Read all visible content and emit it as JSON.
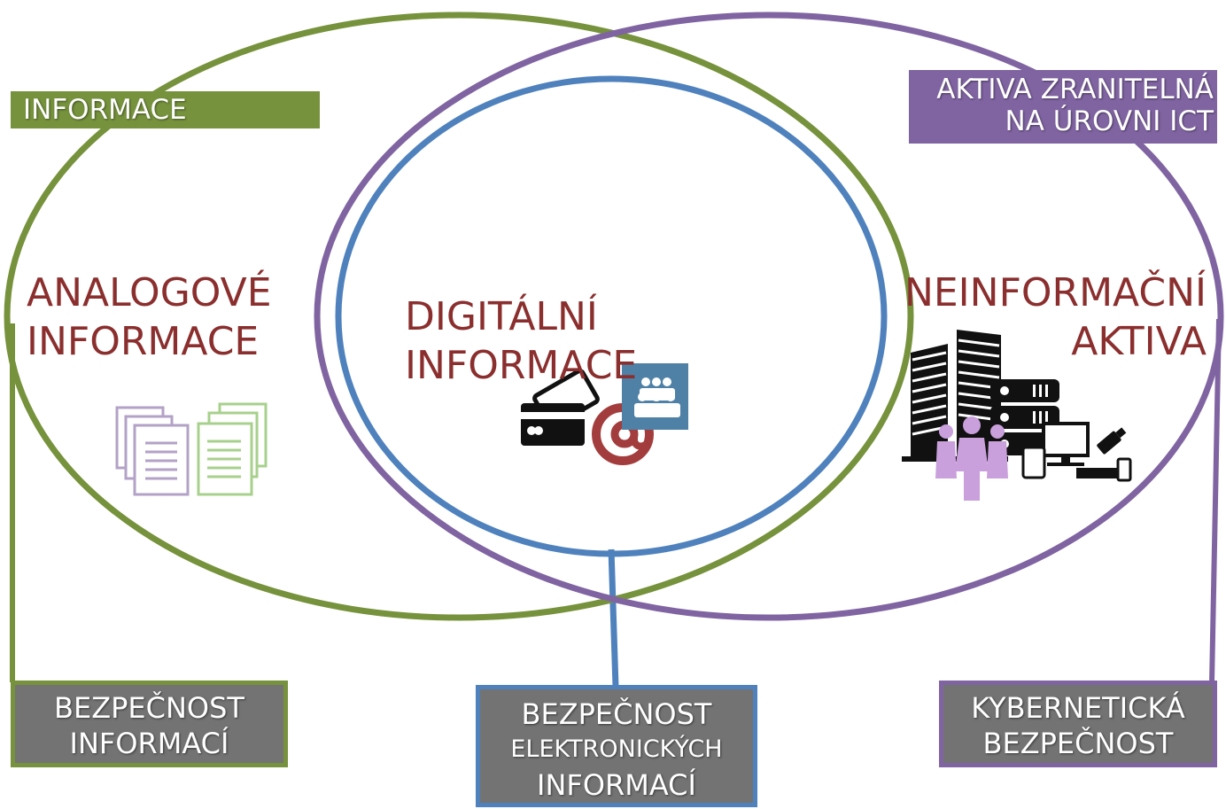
{
  "colors": {
    "green": "#76923c",
    "purple": "#8064a2",
    "blue": "#4f81bd",
    "label_red": "#8b2e2e",
    "box_gray": "#737373"
  },
  "tags": {
    "informace": "INFORMACE",
    "aktiva_line1": "AKTIVA ZRANITELNÁ",
    "aktiva_line2": "NA ÚROVNI ICT"
  },
  "regions": {
    "analog_line1": "ANALOGOVÉ",
    "analog_line2": "INFORMACE",
    "digital_line1": "DIGITÁLNÍ",
    "digital_line2": "INFORMACE",
    "noninfo_line1": "NEINFORMAČNÍ",
    "noninfo_line2": "AKTIVA"
  },
  "boxes": {
    "info_security_line1": "BEZPEČNOST",
    "info_security_line2": "INFORMACÍ",
    "electronic_line1": "BEZPEČNOST",
    "electronic_line2": "ELEKTRONICKÝCH",
    "electronic_line3": "INFORMACÍ",
    "cyber_line1": "KYBERNETICKÁ",
    "cyber_line2": "BEZPEČNOST"
  },
  "icons": [
    "documents-icon",
    "payment-card-icon",
    "at-sign-icon",
    "group-icon",
    "buildings-icon",
    "servers-icon",
    "people-icon",
    "devices-icon"
  ]
}
